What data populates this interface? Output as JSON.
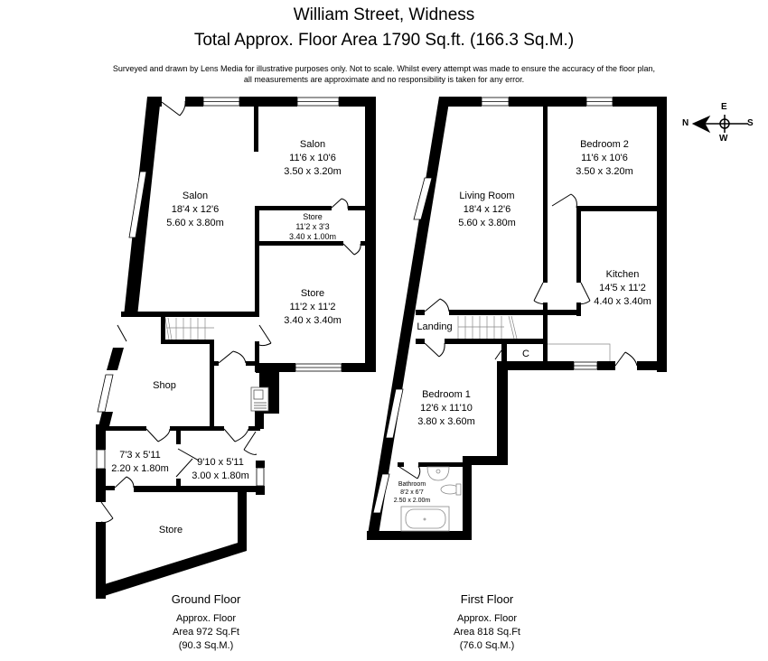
{
  "header": {
    "title": "William Street, Widness",
    "subtitle": "Total Approx. Floor Area 1790 Sq.ft. (166.3 Sq.M.)",
    "disclaimer_line1": "Surveyed and drawn by Lens Media for illustrative purposes only. Not to scale. Whilst every attempt was made to ensure the accuracy of the floor plan,",
    "disclaimer_line2": "all measurements are approximate and no responsibility is taken for any error."
  },
  "compass": {
    "n": "N",
    "e": "E",
    "s": "S",
    "w": "W",
    "icon": "compass-arrow-icon"
  },
  "ground_floor": {
    "name": "Ground Floor",
    "area_line1": "Approx. Floor",
    "area_line2": "Area 972 Sq.Ft",
    "area_line3": "(90.3 Sq.M.)",
    "rooms": [
      {
        "name": "Salon",
        "imperial": "18'4 x 12'6",
        "metric": "5.60 x 3.80m"
      },
      {
        "name": "Salon",
        "imperial": "11'6 x 10'6",
        "metric": "3.50 x 3.20m"
      },
      {
        "name": "Store",
        "imperial": "11'2 x 3'3",
        "metric": "3.40 x 1.00m"
      },
      {
        "name": "Store",
        "imperial": "11'2 x 11'2",
        "metric": "3.40 x 3.40m"
      },
      {
        "name": "Shop",
        "imperial": "",
        "metric": ""
      },
      {
        "name": "",
        "imperial": "7'3 x 5'11",
        "metric": "2.20 x 1.80m"
      },
      {
        "name": "",
        "imperial": "9'10 x 5'11",
        "metric": "3.00 x 1.80m"
      },
      {
        "name": "Store",
        "imperial": "",
        "metric": ""
      }
    ]
  },
  "first_floor": {
    "name": "First Floor",
    "area_line1": "Approx. Floor",
    "area_line2": "Area 818 Sq.Ft",
    "area_line3": "(76.0 Sq.M.)",
    "rooms": [
      {
        "name": "Living Room",
        "imperial": "18'4 x 12'6",
        "metric": "5.60 x 3.80m"
      },
      {
        "name": "Bedroom 2",
        "imperial": "11'6 x 10'6",
        "metric": "3.50 x 3.20m"
      },
      {
        "name": "Kitchen",
        "imperial": "14'5 x 11'2",
        "metric": "4.40 x 3.40m"
      },
      {
        "name": "Landing",
        "imperial": "",
        "metric": ""
      },
      {
        "name": "C",
        "imperial": "",
        "metric": ""
      },
      {
        "name": "Bedroom 1",
        "imperial": "12'6 x 11'10",
        "metric": "3.80 x 3.60m"
      },
      {
        "name": "Bathroom",
        "imperial": "8'2 x 6'7",
        "metric": "2.50 x 2.00m"
      }
    ]
  },
  "colors": {
    "wall": "#000000",
    "background": "#ffffff",
    "fixture": "#888888"
  }
}
